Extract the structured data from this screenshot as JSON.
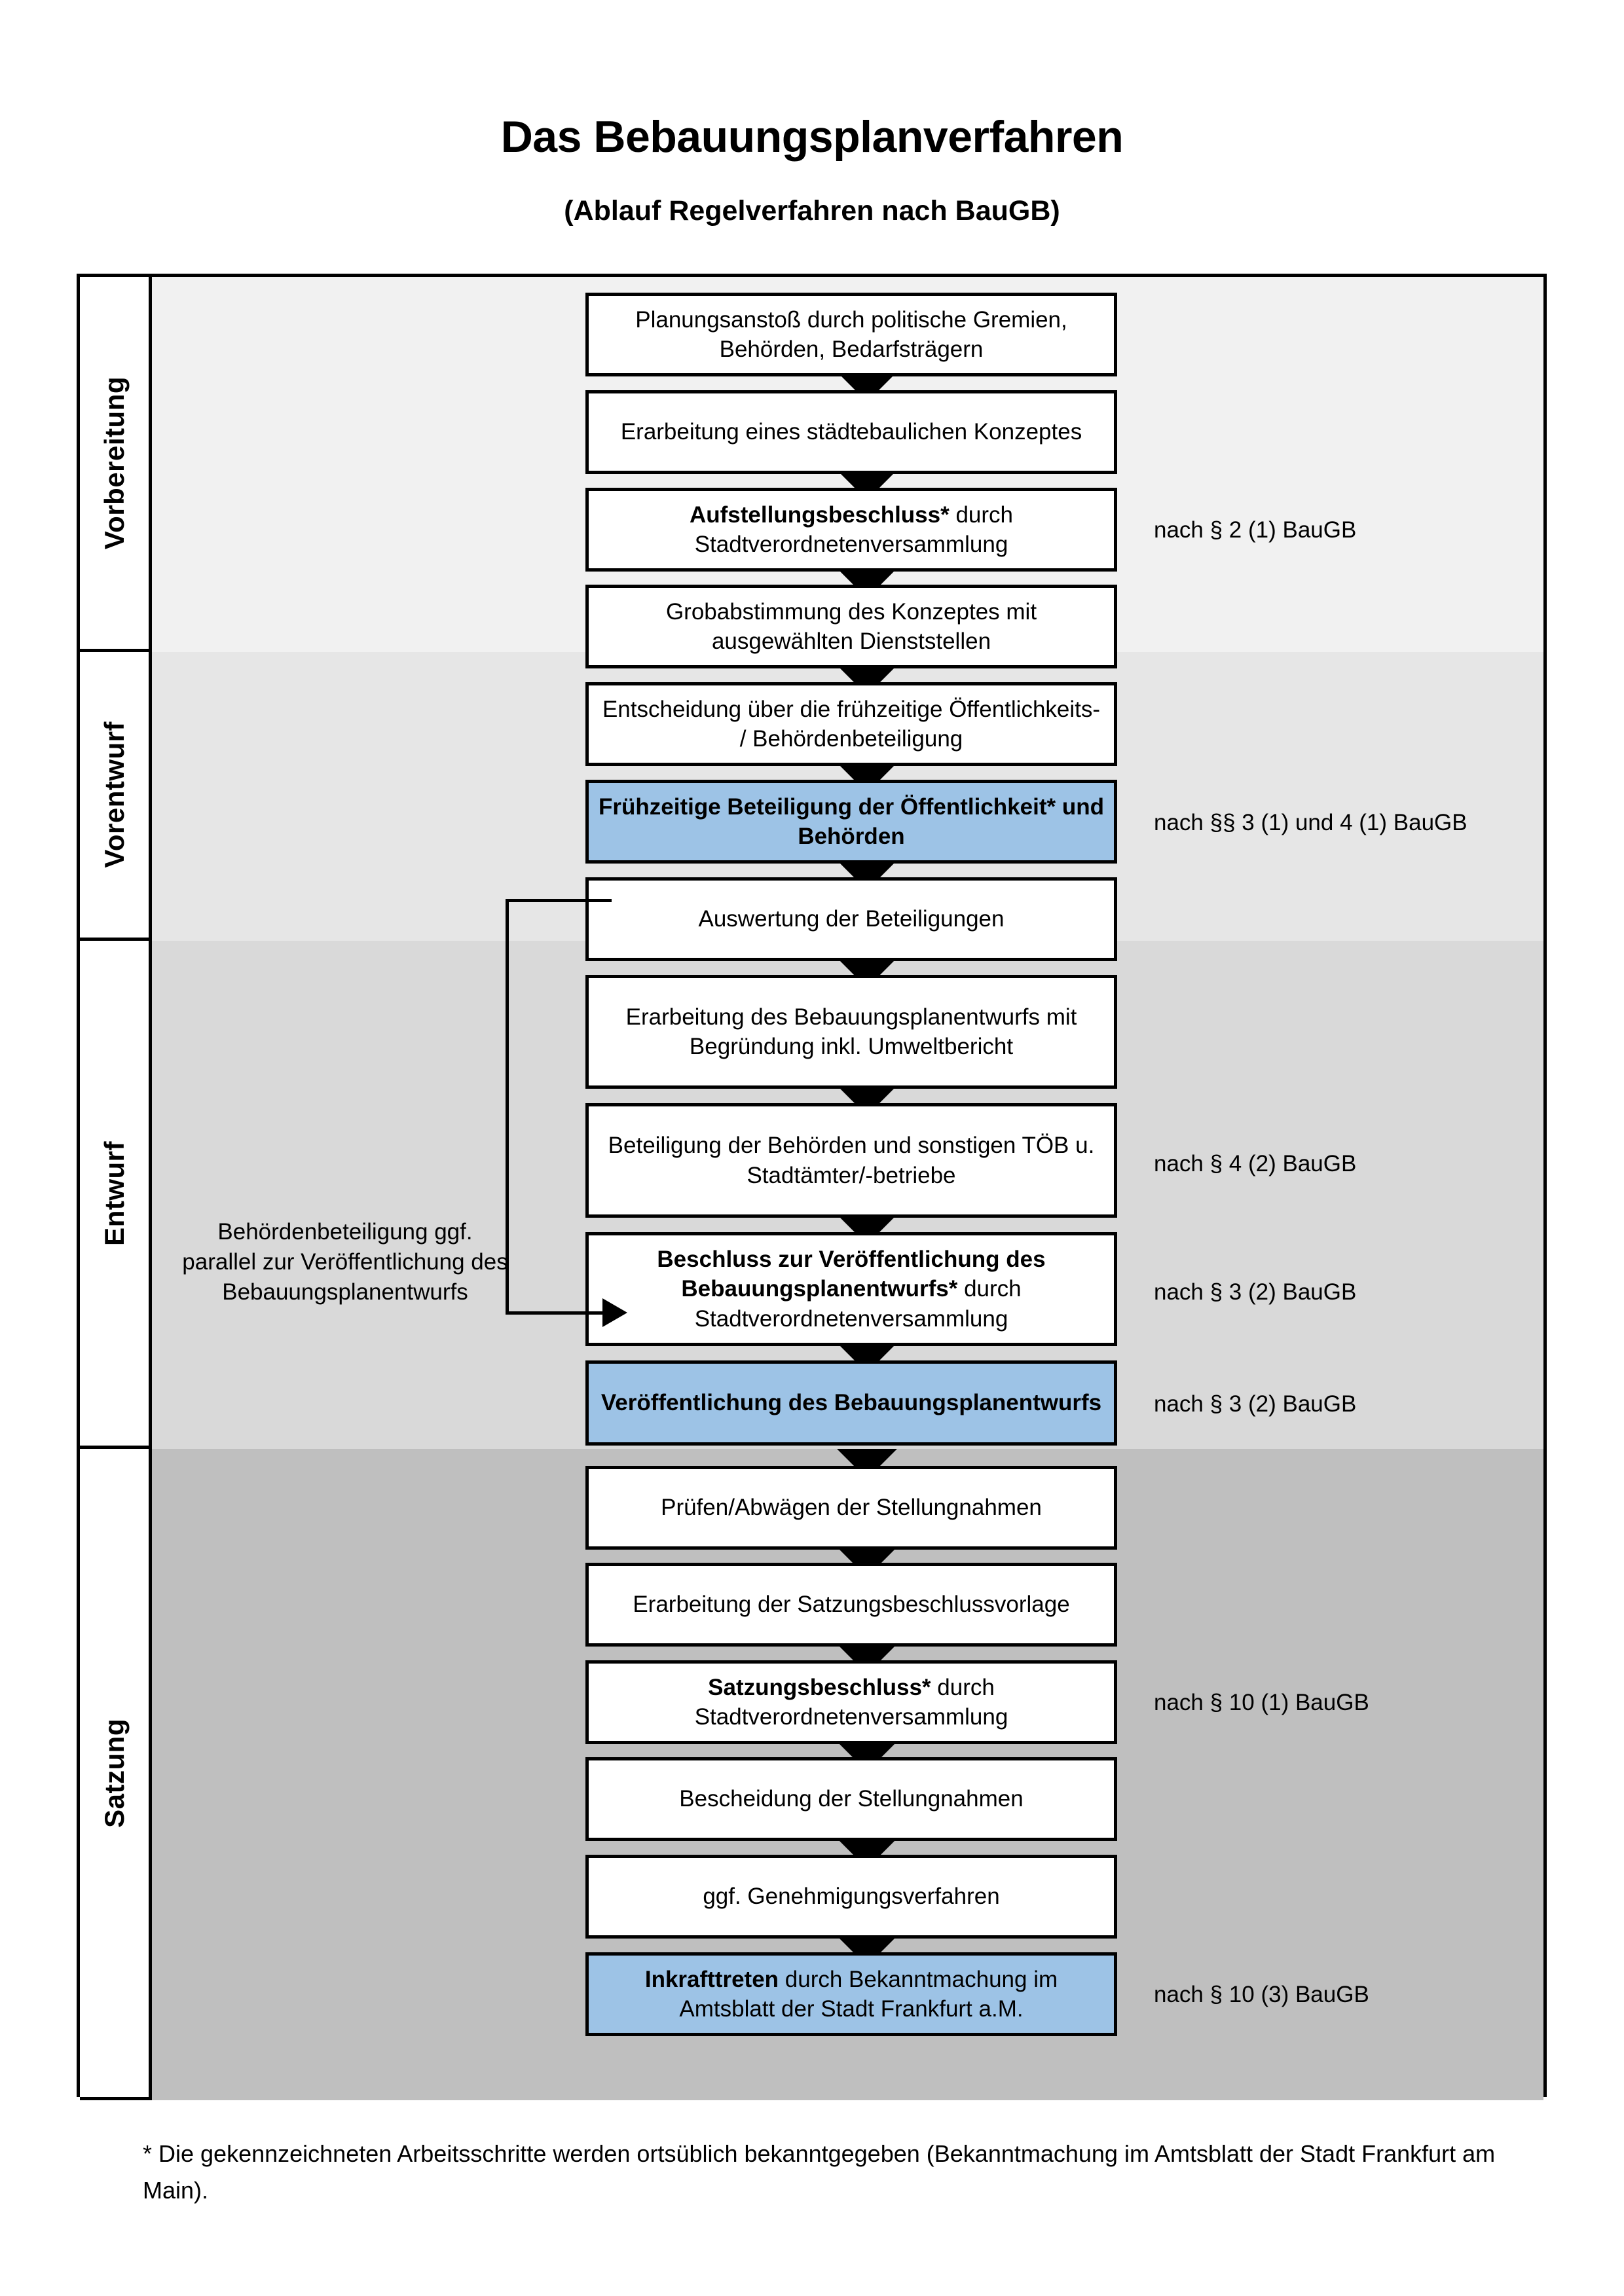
{
  "header": {
    "title": "Das Bebauungsplanverfahren",
    "subtitle": "(Ablauf Regelverfahren nach BauGB)"
  },
  "phases": [
    {
      "id": "vorbereitung",
      "label": "Vorbereitung",
      "band_color": "#F1F1F1"
    },
    {
      "id": "vorentwurf",
      "label": "Vorentwurf",
      "band_color": "#E6E6E6"
    },
    {
      "id": "entwurf",
      "label": "Entwurf",
      "band_color": "#D9D9D9"
    },
    {
      "id": "satzung",
      "label": "Satzung",
      "band_color": "#BFBFBF"
    }
  ],
  "steps": [
    {
      "id": "s1",
      "phase": "vorbereitung",
      "bold_prefix": "",
      "text": "Planungsanstoß durch politische Gremien, Behörden, Bedarfsträgern",
      "highlight": false
    },
    {
      "id": "s2",
      "phase": "vorbereitung",
      "bold_prefix": "",
      "text": "Erarbeitung eines städtebaulichen Konzeptes",
      "highlight": false
    },
    {
      "id": "s3",
      "phase": "vorbereitung",
      "bold_prefix": "Aufstellungsbeschluss*",
      "text": " durch Stadtverordnetenversammlung",
      "highlight": false
    },
    {
      "id": "s4",
      "phase": "vorentwurf",
      "bold_prefix": "",
      "text": "Grobabstimmung des Konzeptes mit ausgewählten Dienststellen",
      "highlight": false
    },
    {
      "id": "s5",
      "phase": "vorentwurf",
      "bold_prefix": "",
      "text": "Entscheidung über die frühzeitige Öffentlichkeits- / Behördenbeteiligung",
      "highlight": false
    },
    {
      "id": "s6",
      "phase": "vorentwurf",
      "bold_prefix": "Frühzeitige Beteiligung der Öffentlichkeit* und Behörden",
      "text": "",
      "highlight": true
    },
    {
      "id": "s7",
      "phase": "entwurf",
      "bold_prefix": "",
      "text": "Auswertung der Beteiligungen",
      "highlight": false
    },
    {
      "id": "s8",
      "phase": "entwurf",
      "bold_prefix": "",
      "text": "Erarbeitung des Bebauungsplanentwurfs mit Begründung inkl. Umweltbericht",
      "highlight": false
    },
    {
      "id": "s9",
      "phase": "entwurf",
      "bold_prefix": "",
      "text": "Beteiligung der Behörden und sonstigen TÖB u. Stadtämter/-betriebe",
      "highlight": false
    },
    {
      "id": "s10",
      "phase": "entwurf",
      "bold_prefix": "Beschluss zur Veröffentlichung des Bebauungsplanentwurfs*",
      "text": " durch Stadtverordnetenversammlung",
      "highlight": false
    },
    {
      "id": "s11",
      "phase": "entwurf",
      "bold_prefix": "Veröffentlichung des Bebauungsplanentwurfs",
      "text": "",
      "highlight": true
    },
    {
      "id": "s12",
      "phase": "satzung",
      "bold_prefix": "",
      "text": "Prüfen/Abwägen der Stellungnahmen",
      "highlight": false
    },
    {
      "id": "s13",
      "phase": "satzung",
      "bold_prefix": "",
      "text": "Erarbeitung der Satzungsbeschlussvorlage",
      "highlight": false
    },
    {
      "id": "s14",
      "phase": "satzung",
      "bold_prefix": "Satzungsbeschluss*",
      "text": " durch Stadtverordnetenversammlung",
      "highlight": false
    },
    {
      "id": "s15",
      "phase": "satzung",
      "bold_prefix": "",
      "text": "Bescheidung der Stellungnahmen",
      "highlight": false
    },
    {
      "id": "s16",
      "phase": "satzung",
      "bold_prefix": "",
      "text": "ggf. Genehmigungsverfahren",
      "highlight": false
    },
    {
      "id": "s17",
      "phase": "satzung",
      "bold_prefix": "Inkrafttreten",
      "text": " durch Bekanntmachung im Amtsblatt der Stadt Frankfurt a.M.",
      "highlight": true
    }
  ],
  "legal_refs": [
    {
      "id": "l1",
      "for_step": "s3",
      "text": "nach § 2 (1) BauGB"
    },
    {
      "id": "l2",
      "for_step": "s6",
      "text": "nach §§ 3 (1) und 4 (1) BauGB"
    },
    {
      "id": "l3",
      "for_step": "s9",
      "text": "nach § 4 (2) BauGB"
    },
    {
      "id": "l4",
      "for_step": "s10",
      "text": "nach § 3 (2) BauGB"
    },
    {
      "id": "l5",
      "for_step": "s11",
      "text": "nach § 3 (2) BauGB"
    },
    {
      "id": "l6",
      "for_step": "s14",
      "text": "nach § 10 (1) BauGB"
    },
    {
      "id": "l7",
      "for_step": "s17",
      "text": "nach § 10 (3) BauGB"
    }
  ],
  "side_note": {
    "text": "Behördenbeteiligung ggf. parallel zur Veröffentlichung des Bebauungsplanentwurfs"
  },
  "footnote": {
    "text": "* Die gekennzeichneten Arbeitsschritte werden ortsüblich bekanntgegeben (Bekanntmachung im Amtsblatt  der Stadt Frankfurt am Main)."
  },
  "colors": {
    "highlight_fill": "#9DC3E6",
    "border": "#000000",
    "page_background": "#FFFFFF"
  }
}
